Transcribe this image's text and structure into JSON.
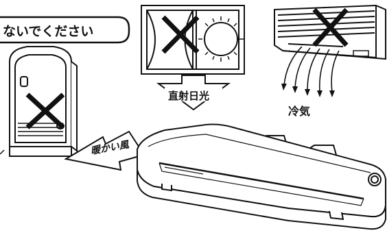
{
  "banner": {
    "text": "ないでください"
  },
  "labels": {
    "sunlight": "直射日光",
    "cold_air": "冷気",
    "warm_air": "暖かい風"
  },
  "icons": {
    "prohibit_mark": "x-mark-icon",
    "window": "window-sunlight-icon",
    "air_conditioner": "air-conditioner-icon",
    "heater": "heater-icon",
    "laminator": "laminator-icon"
  },
  "colors": {
    "line": "#111111",
    "background": "#ffffff"
  }
}
